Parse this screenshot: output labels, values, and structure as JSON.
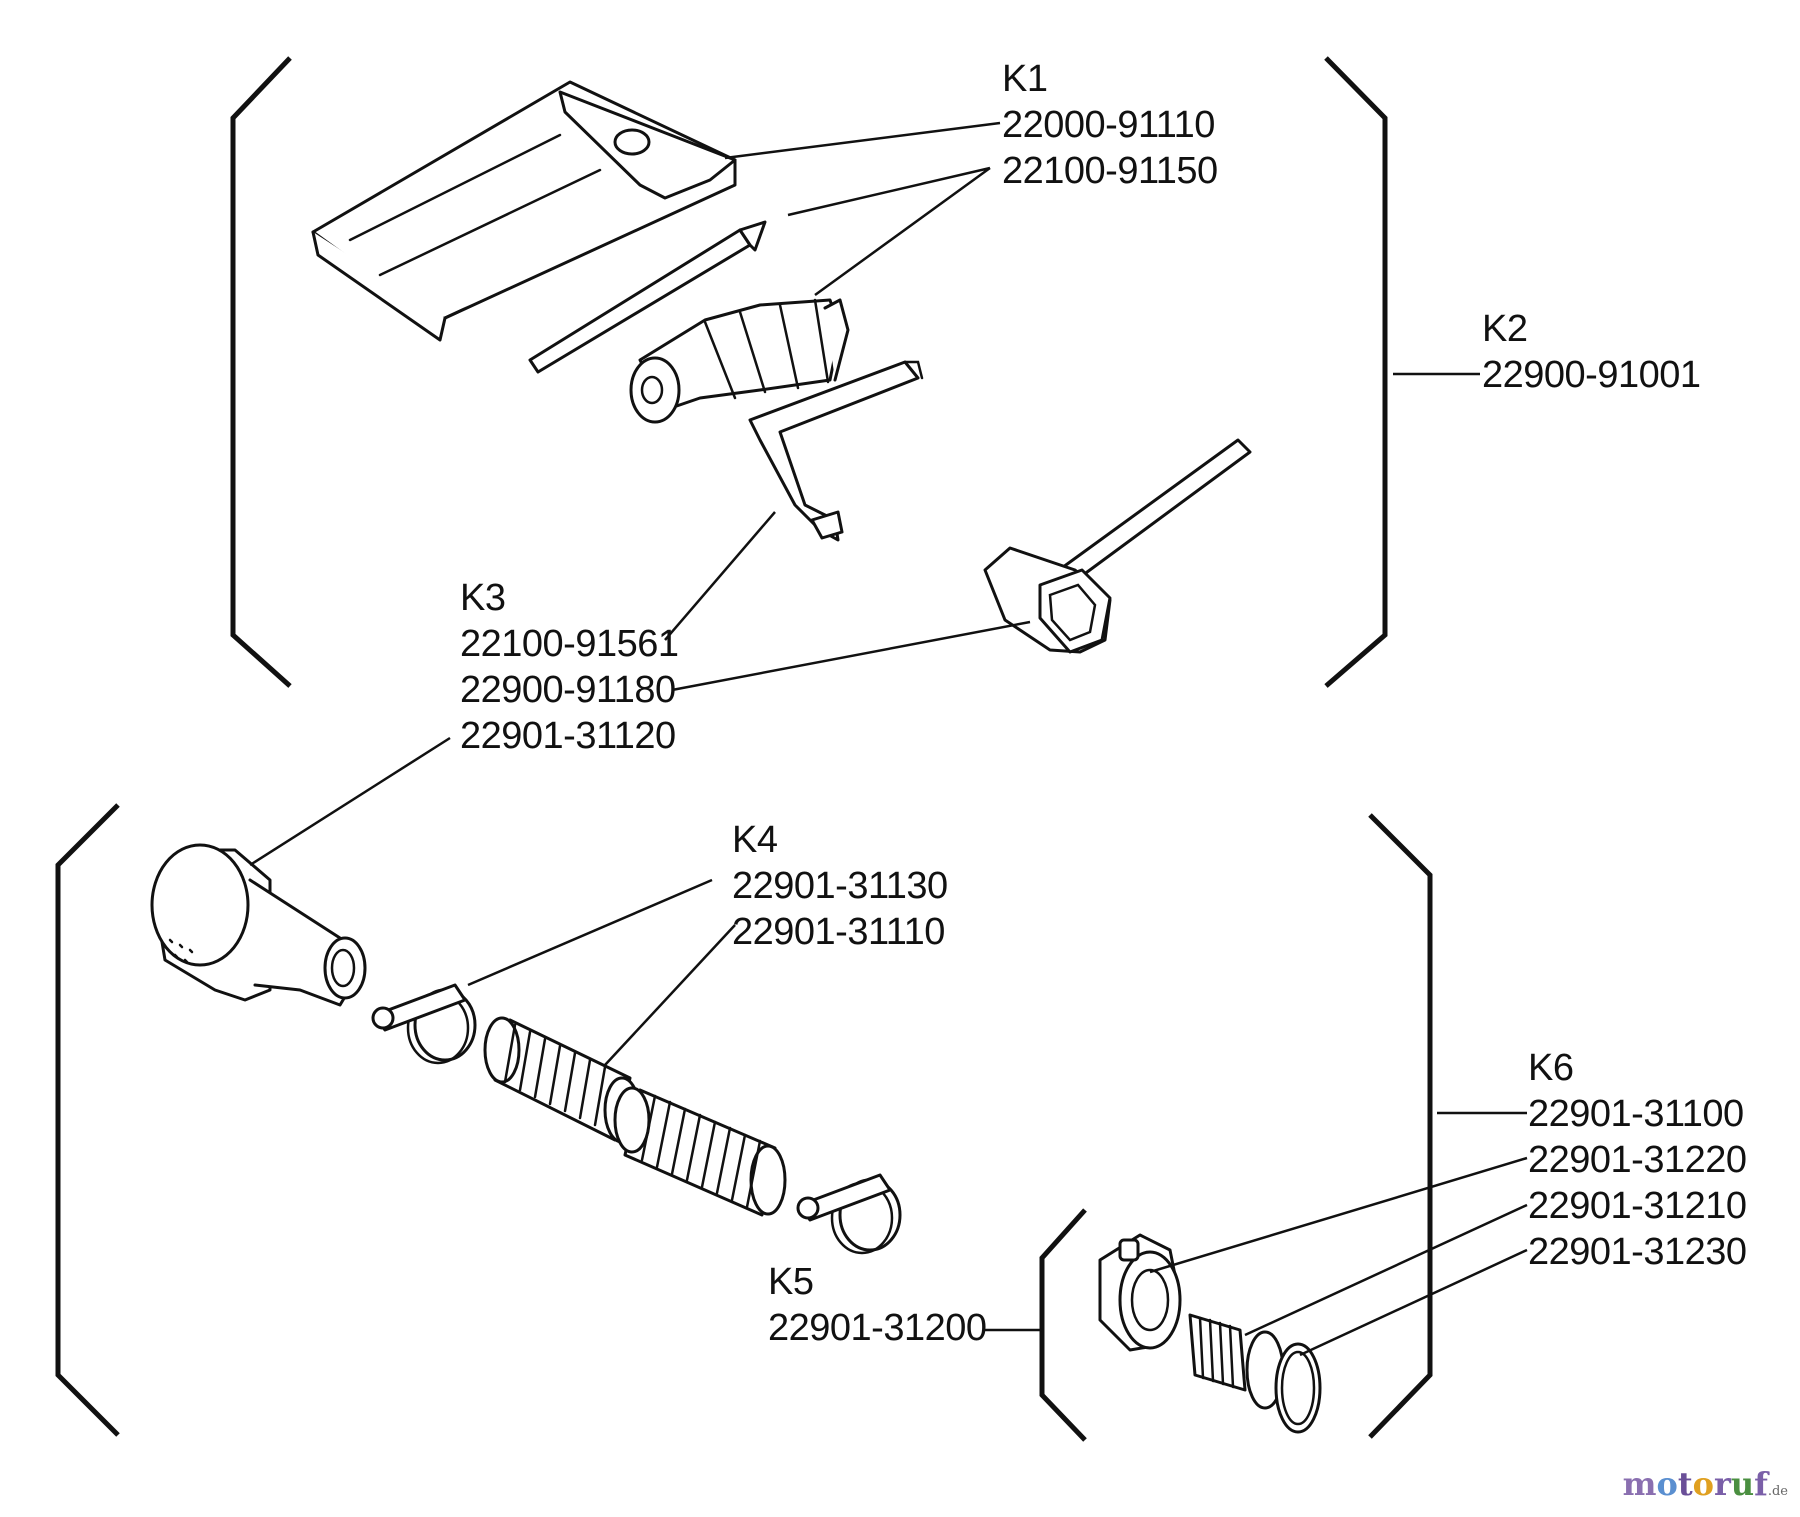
{
  "groups": [
    {
      "key": "K1",
      "parts": [
        "22000-91110",
        "22100-91150"
      ]
    },
    {
      "key": "K2",
      "parts": [
        "22900-91001"
      ]
    },
    {
      "key": "K3",
      "parts": [
        "22100-91561",
        "22900-91180",
        "22901-31120"
      ]
    },
    {
      "key": "K4",
      "parts": [
        "22901-31130",
        "22901-31110"
      ]
    },
    {
      "key": "K5",
      "parts": [
        "22901-31200"
      ]
    },
    {
      "key": "K6",
      "parts": [
        "22901-31100",
        "22901-31220",
        "22901-31210",
        "22901-31230"
      ]
    }
  ],
  "watermark": {
    "letters": [
      {
        "ch": "m",
        "color": "#8a6fb0"
      },
      {
        "ch": "o",
        "color": "#5a8fd0"
      },
      {
        "ch": "t",
        "color": "#6a4f98"
      },
      {
        "ch": "o",
        "color": "#e0a020"
      },
      {
        "ch": "r",
        "color": "#7a5fa8"
      },
      {
        "ch": "u",
        "color": "#4a8f40"
      },
      {
        "ch": "f",
        "color": "#7a5fa8"
      }
    ],
    "tld": ".de"
  },
  "colors": {
    "line": "#111111",
    "background": "#ffffff"
  }
}
